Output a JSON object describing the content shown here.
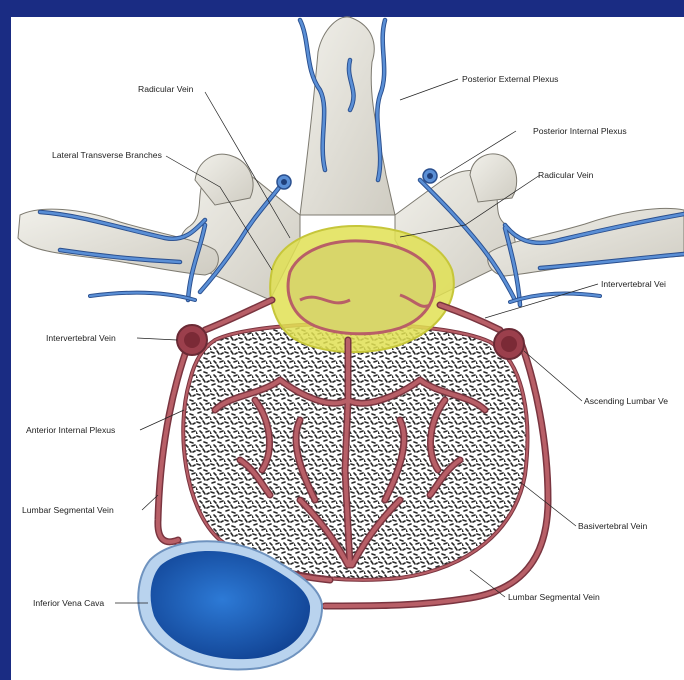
{
  "colors": {
    "frame": "#1a2c83",
    "panel": "#ffffff",
    "bone": "#e4e2da",
    "vein_red": "#b85f67",
    "vein_blue": "#5a8fd6",
    "spinal_cord_highlight": "#e6e24a",
    "vena_cava": "#1f5fb8"
  },
  "labels": {
    "radicular_vein_top": "Radicular Vein",
    "posterior_external_plexus": "Posterior External Plexus",
    "posterior_internal_plexus": "Posterior Internal Plexus",
    "lateral_transverse_branches": "Lateral Transverse Branches",
    "radicular_vein_right": "Radicular Vein",
    "intervertebral_vein_right": "Intervertebral Vei",
    "intervertebral_vein_left": "Intervertebral Vein",
    "ascending_lumbar_vein": "Ascending Lumbar Ve",
    "anterior_internal_plexus": "Anterior Internal Plexus",
    "lumbar_segmental_vein_left": "Lumbar Segmental Vein",
    "basivertebral_vein": "Basivertebral Vein",
    "inferior_vena_cava": "Inferior Vena Cava",
    "lumbar_segmental_vein_bottom": "Lumbar Segmental Vein"
  }
}
